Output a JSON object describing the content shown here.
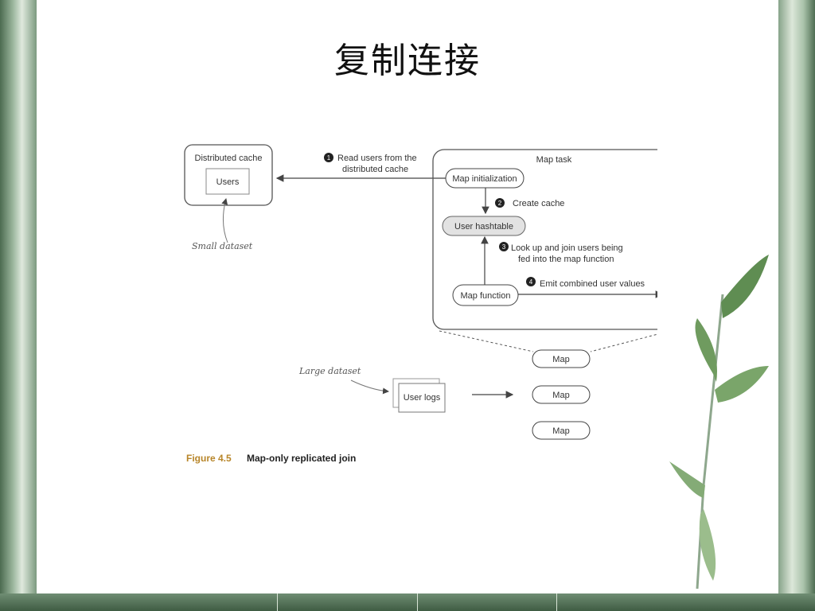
{
  "slide": {
    "title": "复制连接"
  },
  "diagram": {
    "distributed_cache_label": "Distributed cache",
    "users_label": "Users",
    "small_dataset_label": "Small dataset",
    "step1_line1": "Read users from the",
    "step1_line2": "distributed cache",
    "map_task_label": "Map task",
    "map_init_label": "Map initialization",
    "step2_label": "Create cache",
    "user_hashtable_label": "User hashtable",
    "step3_line1": "Look up and join users being",
    "step3_line2": "fed into the map function",
    "map_function_label": "Map function",
    "step4_label": "Emit combined user values",
    "large_dataset_label": "Large dataset",
    "user_logs_label": "User logs",
    "map_labels": [
      "Map",
      "Map",
      "Map"
    ],
    "step_numbers": [
      "1",
      "2",
      "3",
      "4"
    ]
  },
  "caption": {
    "figure_no": "Figure 4.5",
    "text": "Map-only replicated join"
  }
}
